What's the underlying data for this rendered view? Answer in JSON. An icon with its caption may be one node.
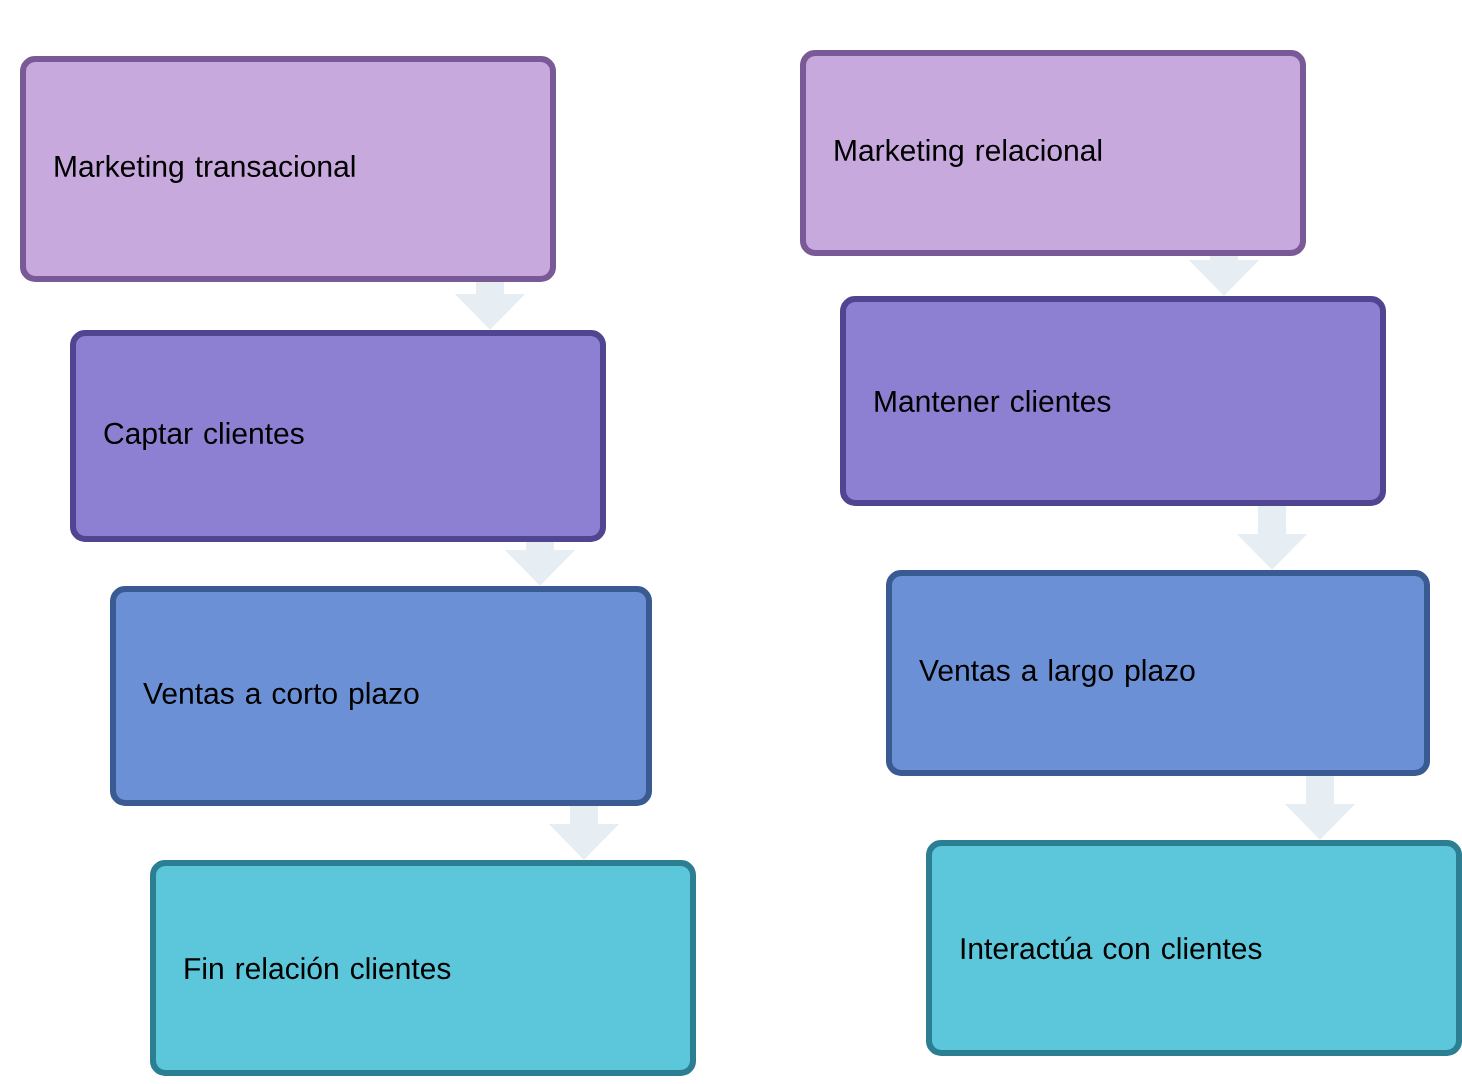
{
  "diagram": {
    "nodes": [
      {
        "text": [
          "Marketing transacional"
        ]
      },
      {
        "text": [
          "Captar clientes"
        ]
      },
      {
        "text": [
          "Ventas a corto plazo"
        ]
      },
      {
        "text": [
          "Fin relación clientes"
        ]
      },
      {
        "text": [
          "Marketing relacional"
        ]
      },
      {
        "text": [
          "Mantener clientes"
        ]
      },
      {
        "text": [
          "Ventas a largo plazo"
        ]
      },
      {
        "text": [
          "Interactúa con clientes"
        ]
      }
    ],
    "edges": [
      {
        "from": 0,
        "to": 1,
        "arrow": "to"
      },
      {
        "from": 1,
        "to": 2,
        "arrow": "to"
      },
      {
        "from": 2,
        "to": 3,
        "arrow": "to"
      },
      {
        "from": 4,
        "to": 5,
        "arrow": "to"
      },
      {
        "from": 5,
        "to": 6,
        "arrow": "to"
      },
      {
        "from": 6,
        "to": 7,
        "arrow": "to"
      }
    ]
  }
}
